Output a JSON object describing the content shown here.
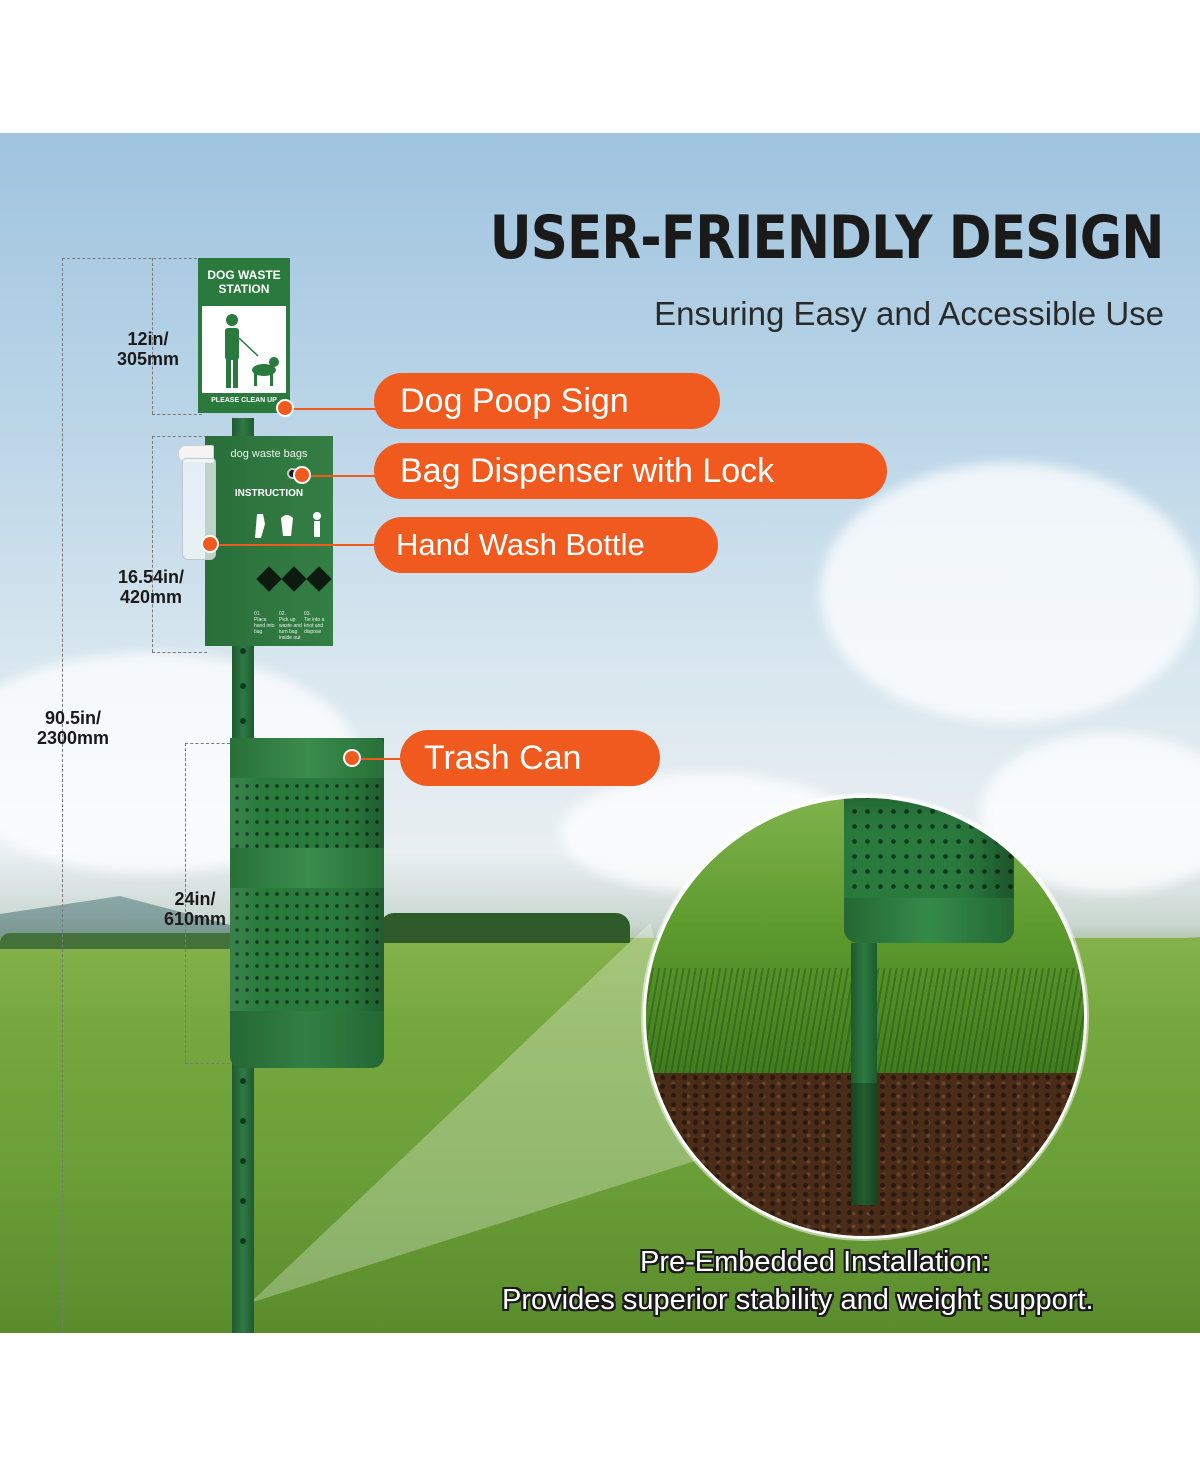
{
  "headline": "USER-FRIENDLY DESIGN",
  "subheadline": "Ensuring Easy and Accessible Use",
  "sign": {
    "title_line1": "DOG WASTE",
    "title_line2": "STATION",
    "footer": "PLEASE CLEAN UP"
  },
  "dispenser": {
    "title": "dog waste bags",
    "instruction": "INSTRUCTION",
    "steps": [
      {
        "num": "01.",
        "text": "Place hand into bag"
      },
      {
        "num": "02.",
        "text": "Pick up waste and turn bag inside out"
      },
      {
        "num": "03.",
        "text": "Tie into a knot and dispose"
      }
    ]
  },
  "dimensions": {
    "sign": {
      "imperial": "12in/",
      "metric": "305mm"
    },
    "dispenser": {
      "imperial": "16.54in/",
      "metric": "420mm"
    },
    "total": {
      "imperial": "90.5in/",
      "metric": "2300mm"
    },
    "trash": {
      "imperial": "24in/",
      "metric": "610mm"
    }
  },
  "callouts": {
    "sign": "Dog Poop Sign",
    "dispenser": "Bag Dispenser with Lock",
    "bottle": "Hand Wash Bottle",
    "trash": "Trash Can"
  },
  "installation": {
    "line1": "Pre-Embedded Installation:",
    "line2": "Provides superior stability and weight support."
  },
  "colors": {
    "accent": "#f15a1f",
    "product_green": "#2a7a3e",
    "headline": "#1a1a1a"
  }
}
